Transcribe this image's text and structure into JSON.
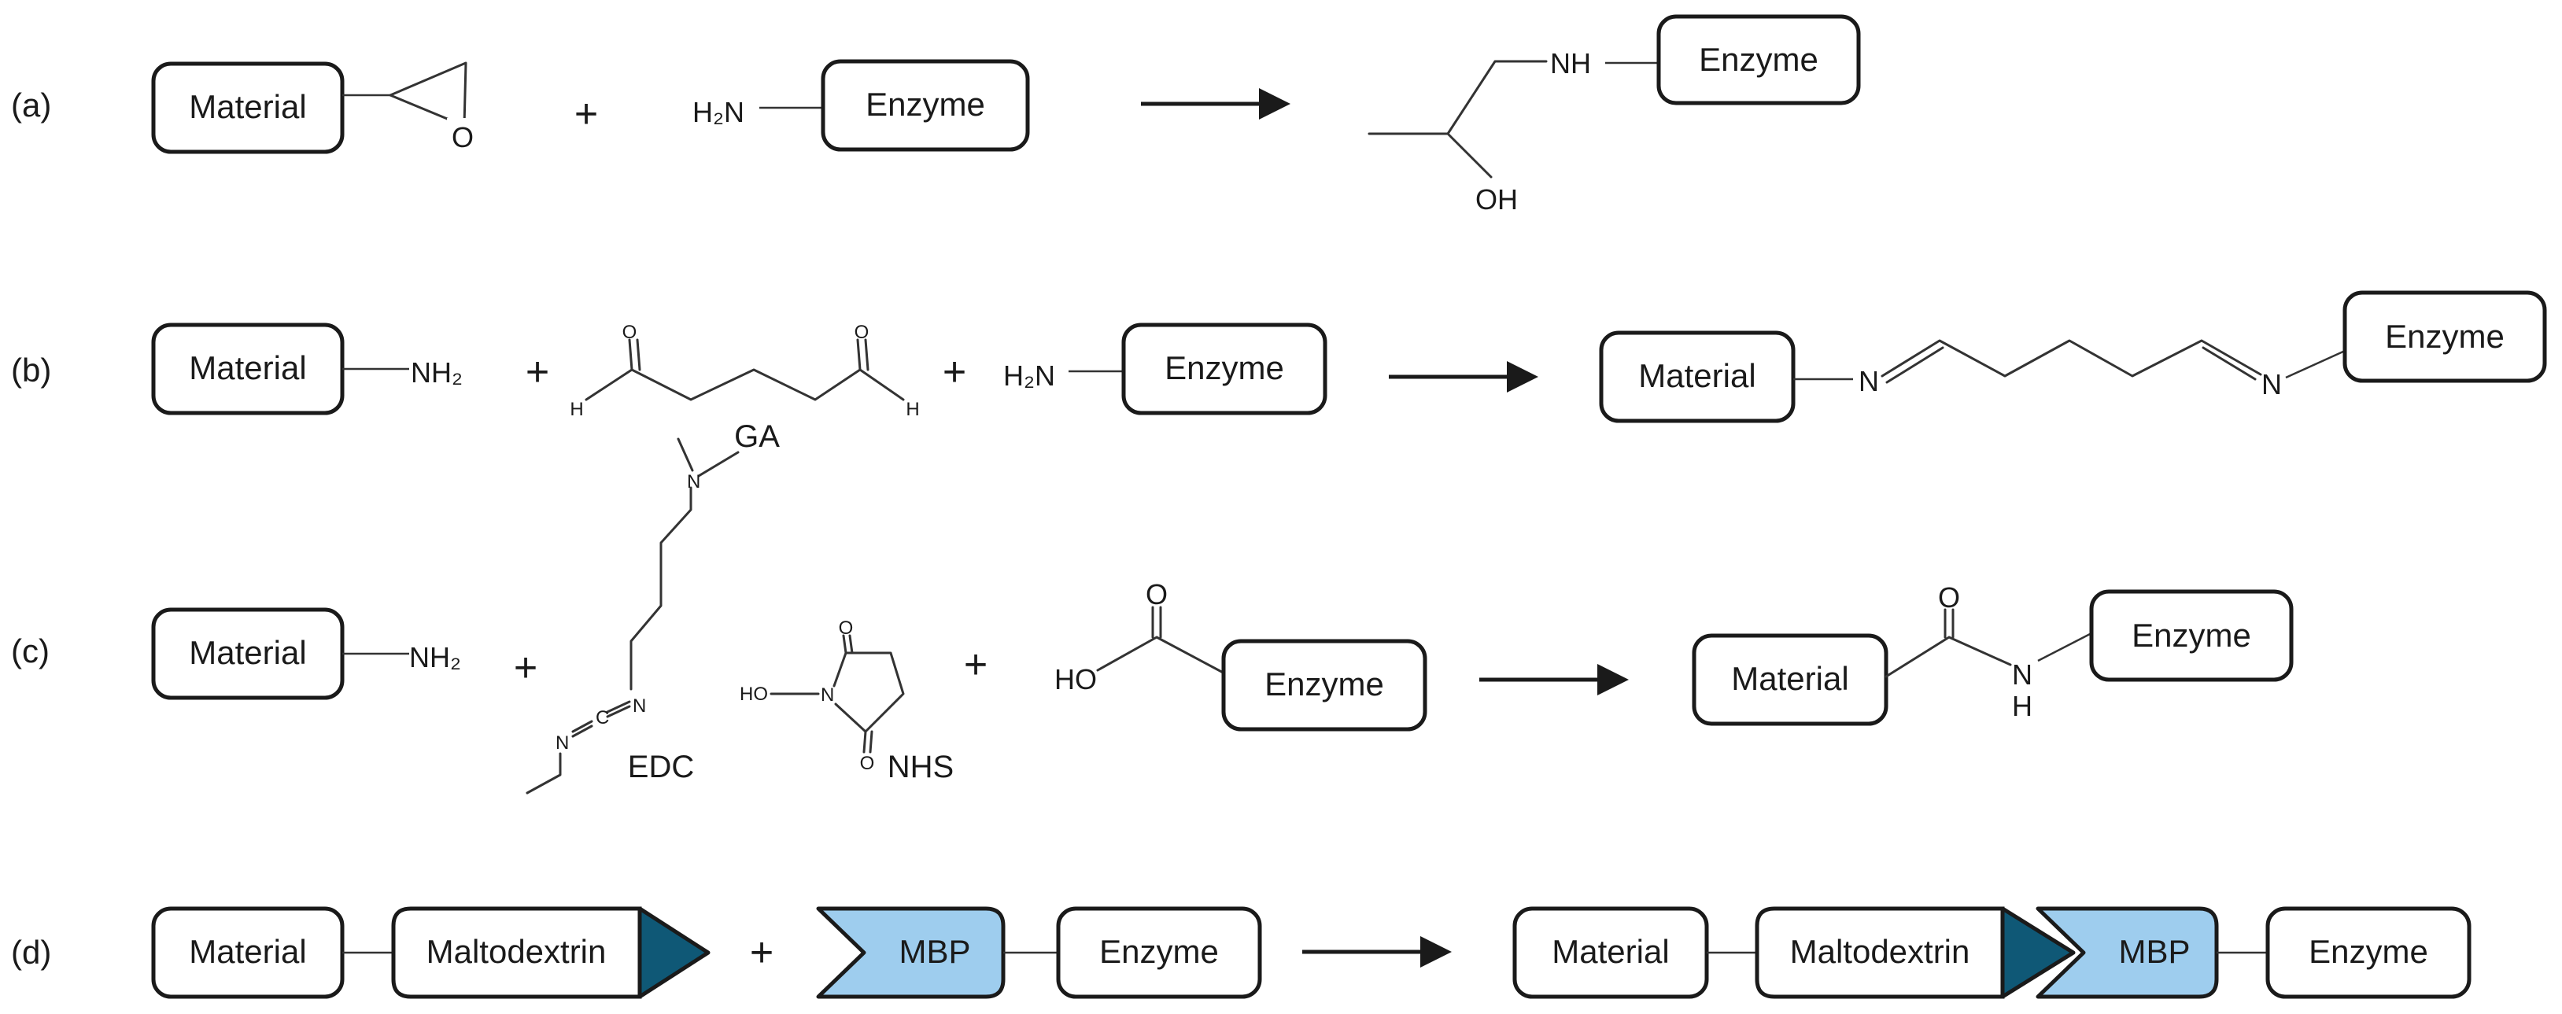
{
  "rows": {
    "a": {
      "label": "(a)",
      "material": "Material",
      "epoxide_o": "O",
      "plus": "+",
      "reactant_amine": "H₂N",
      "enzyme": "Enzyme",
      "product_nh": "NH",
      "product_oh": "OH",
      "product_enzyme": "Enzyme"
    },
    "b": {
      "label": "(b)",
      "material": "Material",
      "material_group": "NH₂",
      "plus1": "+",
      "ga_h1": "H",
      "ga_h2": "H",
      "ga_name": "GA",
      "plus2": "+",
      "reactant_amine": "H₂N",
      "enzyme": "Enzyme",
      "product_material": "Material",
      "product_n1": "N",
      "product_n2": "N",
      "product_enzyme": "Enzyme"
    },
    "c": {
      "label": "(c)",
      "material": "Material",
      "material_group": "NH₂",
      "plus1": "+",
      "edc_n_top": "N",
      "edc_n1": "N",
      "edc_c": "C",
      "edc_n2": "N",
      "edc_name": "EDC",
      "nhs_ho": "HO",
      "nhs_n": "N",
      "nhs_o1": "O",
      "nhs_o2": "O",
      "nhs_name": "NHS",
      "plus2": "+",
      "acid_o": "O",
      "acid_ho": "HO",
      "enzyme": "Enzyme",
      "product_material": "Material",
      "product_o": "O",
      "product_n": "N",
      "product_h": "H",
      "product_enzyme": "Enzyme"
    },
    "d": {
      "label": "(d)",
      "material": "Material",
      "maltodextrin": "Maltodextrin",
      "plus": "+",
      "mbp": "MBP",
      "enzyme": "Enzyme",
      "product_material": "Material",
      "product_maltodextrin": "Maltodextrin",
      "product_mbp": "MBP",
      "product_enzyme": "Enzyme"
    }
  },
  "colors": {
    "dark_tag": "#0f5876",
    "mbp_fill": "#9ecdee",
    "outline": "#1a1a1a"
  }
}
